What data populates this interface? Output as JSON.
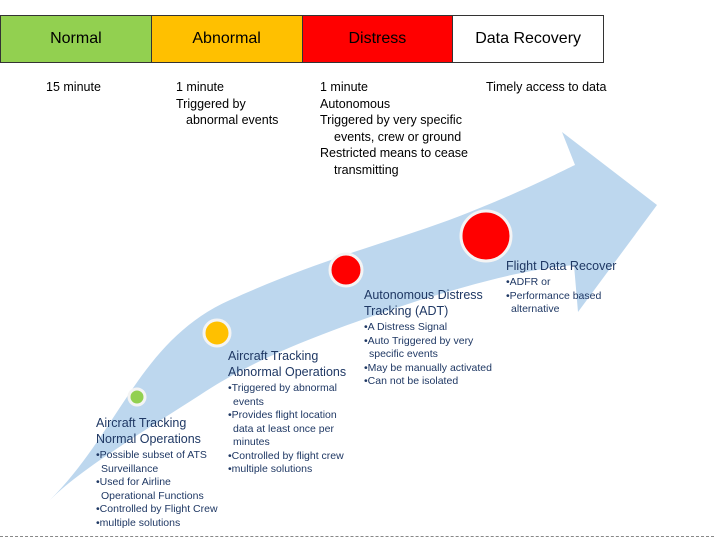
{
  "phases": [
    {
      "label": "Normal",
      "color": "#92d050"
    },
    {
      "label": "Abnormal",
      "color": "#ffc000"
    },
    {
      "label": "Distress",
      "color": "#ff0000"
    },
    {
      "label": "Data Recovery",
      "color": "#ffffff"
    }
  ],
  "phase_notes": {
    "normal": [
      "15 minute"
    ],
    "abnormal": [
      "1 minute",
      "Triggered by",
      "abnormal events"
    ],
    "distress": [
      "1 minute",
      "Autonomous",
      "Triggered by very specific",
      "events, crew or ground",
      "Restricted means to cease",
      "transmitting"
    ],
    "recovery": [
      "Timely access to data"
    ]
  },
  "stages": {
    "normal": {
      "title": [
        "Aircraft Tracking",
        "Normal Operations"
      ],
      "bullets": [
        "•Possible subset of ATS Surveillance",
        "•Used for Airline Operational Functions",
        "•Controlled by Flight Crew",
        "•multiple solutions"
      ],
      "marker_color": "#92d050"
    },
    "abnormal": {
      "title": [
        "Aircraft Tracking",
        "Abnormal Operations"
      ],
      "bullets": [
        "•Triggered by abnormal events",
        "•Provides flight location data at least once per minutes",
        "•Controlled by flight crew",
        "•multiple solutions"
      ],
      "marker_color": "#ffc000"
    },
    "distress": {
      "title": [
        "Autonomous  Distress",
        "Tracking (ADT)"
      ],
      "bullets": [
        "•A Distress Signal",
        "•Auto Triggered by very specific events",
        "•May be manually activated",
        "•Can not be isolated"
      ],
      "marker_color": "#ff0000"
    },
    "recovery": {
      "title": [
        "Flight  Data Recover"
      ],
      "bullets": [
        "•ADFR or",
        "•Performance based alternative"
      ],
      "marker_color": "#ff0000"
    }
  },
  "colors": {
    "arrow_fill": "#bdd7ee",
    "marker_stroke": "#f4f4f4",
    "label_text": "#1f3864"
  }
}
